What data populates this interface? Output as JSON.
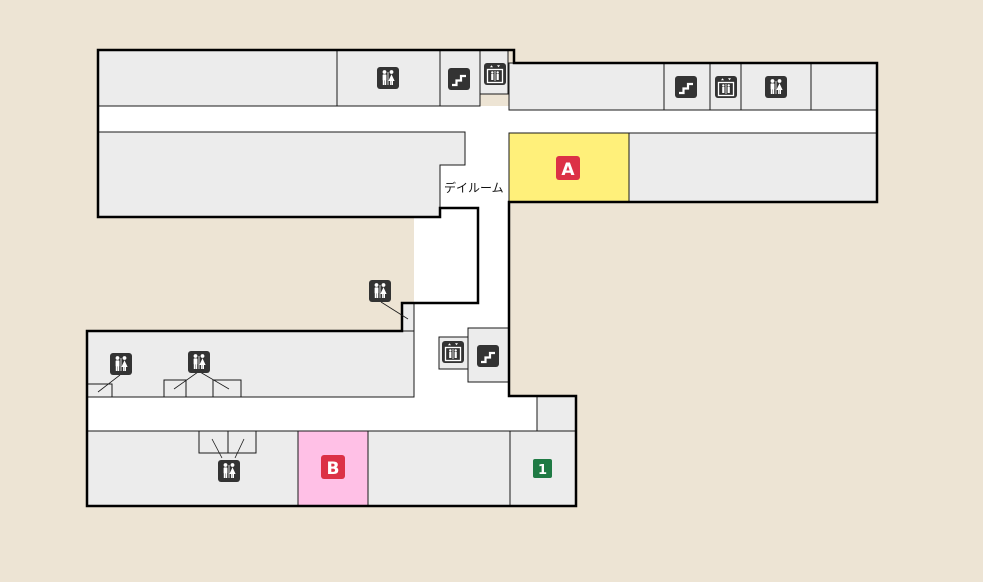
{
  "colors": {
    "background": "#ede4d4",
    "room": "#ececec",
    "corridor": "#ffffff",
    "room_a": "#fff07a",
    "room_b": "#ffc0e6",
    "marker_red": "#dc3146",
    "marker_green": "#1f7a44",
    "icon_bg": "#333333"
  },
  "labels": {
    "day_room": "デイルーム",
    "marker_a": "A",
    "marker_b": "B",
    "marker_1": "1"
  },
  "icons": {
    "restroom": "restroom-icon",
    "stairs": "stairs-icon",
    "elevator": "elevator-icon"
  }
}
